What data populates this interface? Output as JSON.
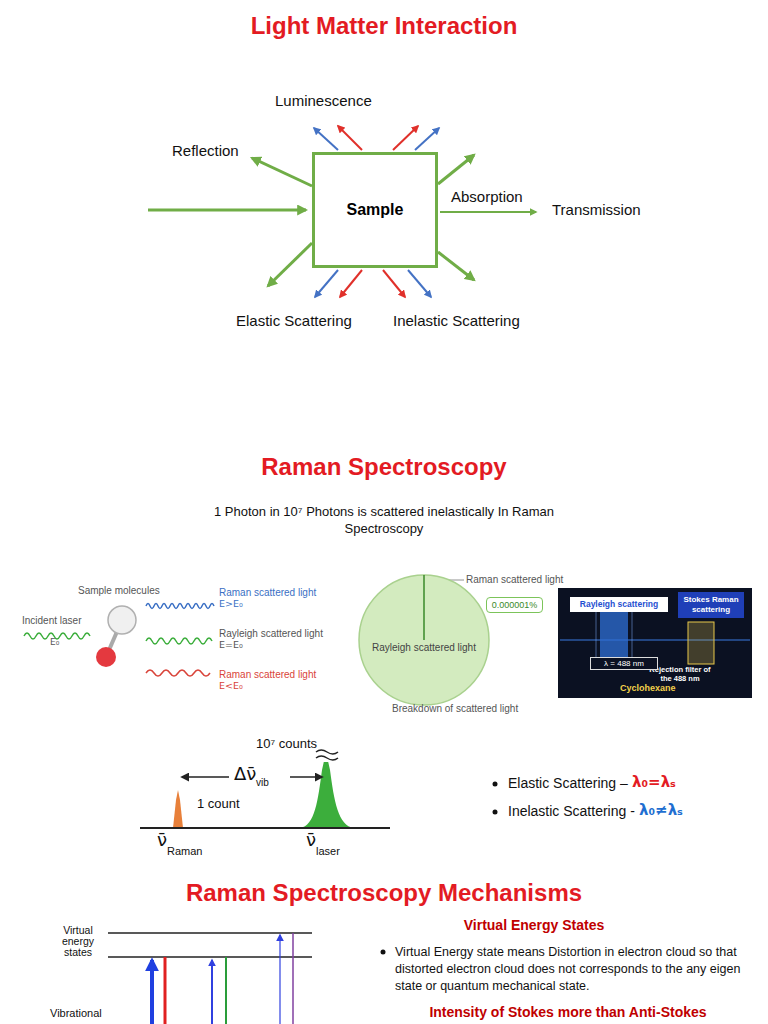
{
  "diagram": {
    "title": "Light Matter Interaction",
    "nodes": [
      {
        "text": [
          "Sample"
        ]
      },
      {
        "text": [
          "Rayleigh scattered light"
        ]
      },
      {
        "text": [
          "0.000001%"
        ]
      },
      {
        "text": [
          "Rejection filter of the 488 nm",
          "Cyclohexane"
        ]
      },
      {
        "text": [
          "Rayleigh scattering"
        ],
        "in": 3
      },
      {
        "text": [
          "Stokes Raman scattering"
        ],
        "in": 3
      },
      {
        "text": [
          "λ = 488 nm"
        ],
        "in": 3
      }
    ],
    "labels": [
      "Luminescence",
      "Reflection",
      "Absorption",
      "Transmission",
      "Elastic Scattering",
      "Inelastic Scattering",
      "Raman Spectroscopy",
      "1 Photon in 10⁷ Photons is scattered inelastically In Raman Spectroscopy",
      "Sample molecules",
      "Incident laser",
      "E₀",
      "Raman scattered light",
      "E>E₀",
      "Rayleigh scattered light",
      "E=E₀",
      "Raman scattered light",
      "E<E₀",
      "Raman scattered light",
      "Breakdown of scattered light",
      "10⁷ counts",
      "Δν̄",
      "vib",
      "1 count",
      "ν̄",
      "Raman",
      "ν̄",
      "laser",
      "Elastic Scattering –",
      "λ₀=λₛ",
      "Inelastic Scattering -",
      "λ₀≠λₛ",
      "Raman Spectroscopy Mechanisms",
      "Virtual energy states",
      "Vibrational",
      "Virtual Energy States",
      "Virtual Energy state means Distortion in electron cloud so that distorted electron cloud does not corresponds to the any eigen state or quantum mechanical state.",
      "Intensity of Stokes more than Anti-Stokes"
    ]
  }
}
